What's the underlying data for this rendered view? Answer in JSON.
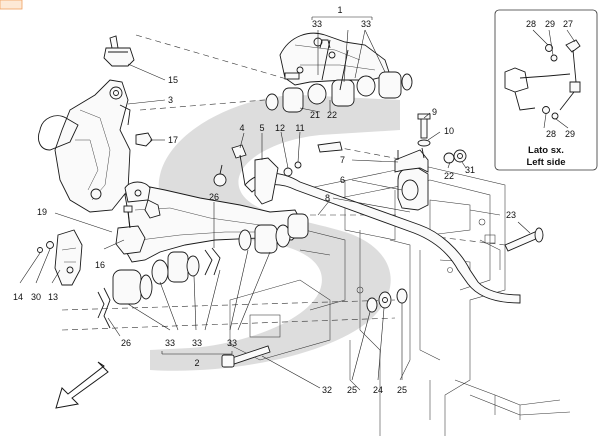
{
  "diagram": {
    "callouts": {
      "c1": "1",
      "c2": "2",
      "c3": "3",
      "c4": "4",
      "c5": "5",
      "c6": "6",
      "c7": "7",
      "c8": "8",
      "c9": "9",
      "c10": "10",
      "c11": "11",
      "c12": "12",
      "c13": "13",
      "c14": "14",
      "c15": "15",
      "c16": "16",
      "c17": "17",
      "c19": "19",
      "c21": "21",
      "c22a": "22",
      "c22b": "22",
      "c23": "23",
      "c24": "24",
      "c25a": "25",
      "c25b": "25",
      "c26a": "26",
      "c26b": "26",
      "c30": "30",
      "c31": "31",
      "c32": "32",
      "c33a": "33",
      "c33b": "33",
      "c33c": "33",
      "c33d": "33",
      "c33e": "33"
    },
    "inset": {
      "title_line1": "Lato sx.",
      "title_line2": "Left side",
      "c27": "27",
      "c28a": "28",
      "c28b": "28",
      "c29a": "29",
      "c29b": "29"
    }
  }
}
